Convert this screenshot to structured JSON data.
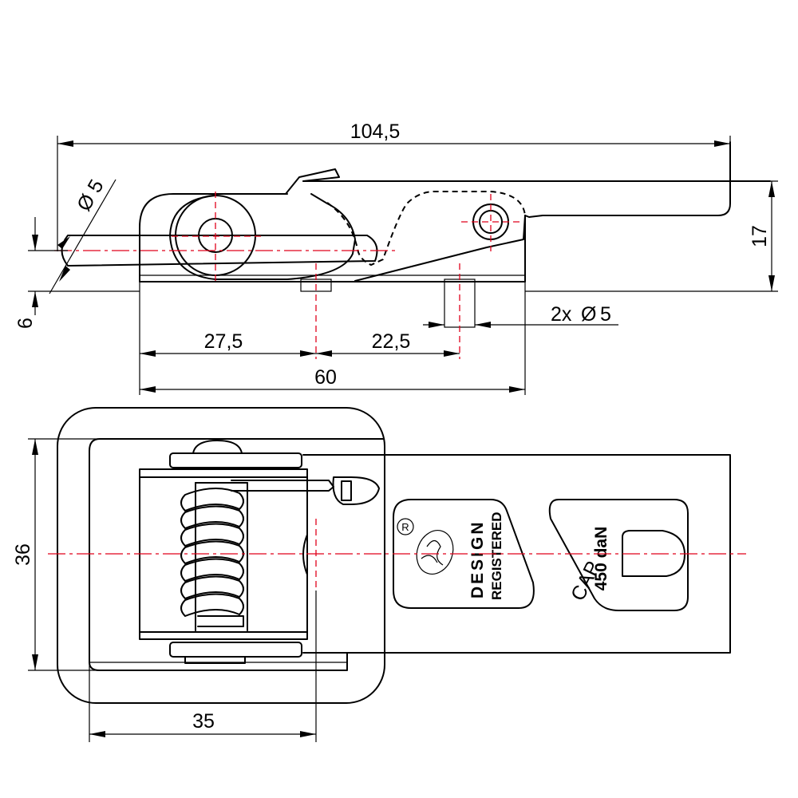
{
  "colors": {
    "line": "#000000",
    "centerline": "#e0001b",
    "background": "#ffffff"
  },
  "dimensions": {
    "overall_length": "104,5",
    "pin_diameter": "5",
    "height": "17",
    "base_thickness": "6",
    "holes": "2x",
    "hole_diameter": "5",
    "hole_offset": "27,5",
    "hole_spacing": "22,5",
    "base_length": "60",
    "width": "36",
    "spring_offset": "35"
  },
  "symbols": {
    "diameter": "Ø"
  },
  "labels": {
    "registered": "R",
    "design": "DESIGN",
    "registered_text": "REGISTERED",
    "cap": "CAP.",
    "capacity": "450 daN"
  },
  "icons": [
    "diameter-symbol-icon",
    "registered-mark-icon",
    "brand-logo-icon"
  ]
}
